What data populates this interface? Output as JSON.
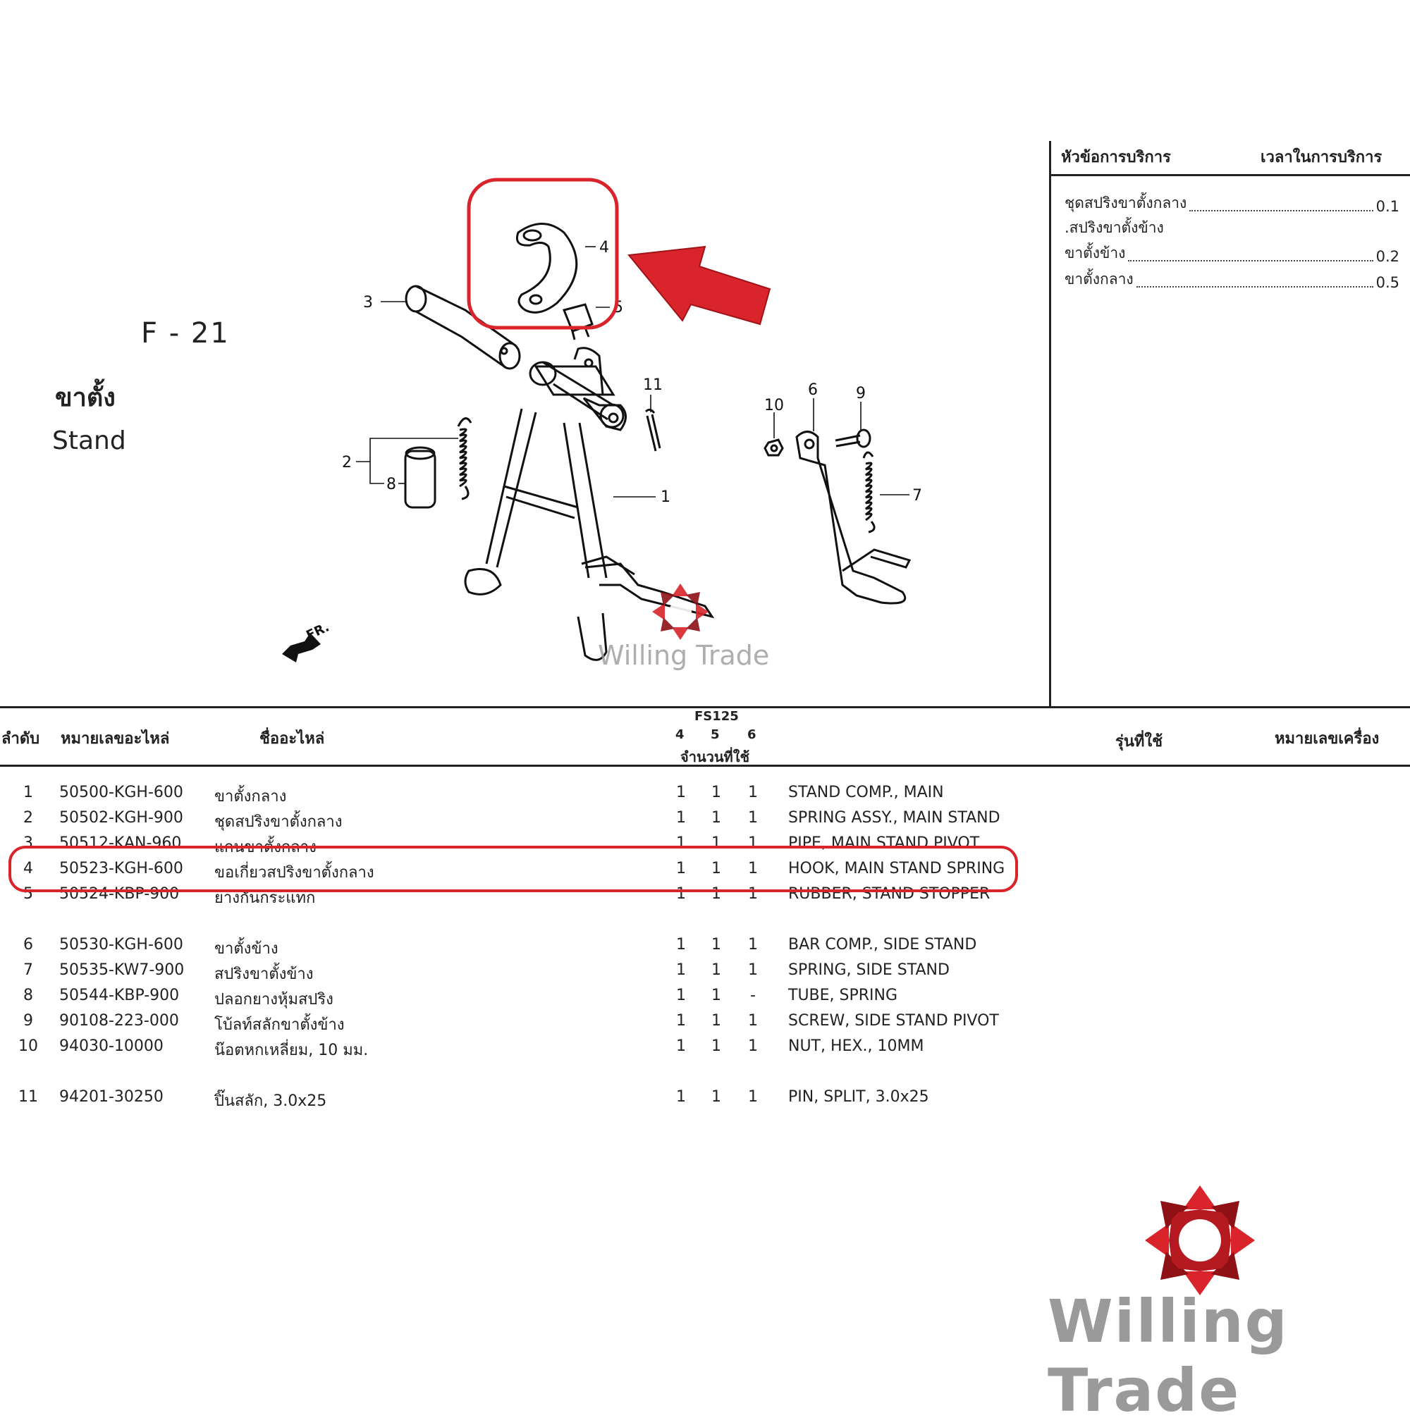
{
  "figure": {
    "code": "F - 21",
    "title_th": "ขาตั้ง",
    "title_en": "Stand",
    "front_label": "FR.",
    "callouts": [
      "1",
      "2",
      "3",
      "4",
      "5",
      "6",
      "7",
      "8",
      "9",
      "10",
      "11"
    ]
  },
  "service": {
    "header_item": "หัวข้อการบริการ",
    "header_time": "เวลาในการบริการ",
    "rows": [
      {
        "label": "ชุดสปริงขาตั้งกลาง",
        "value": "0.1"
      },
      {
        "label": ".สปริงขาตั้งข้าง",
        "value": ""
      },
      {
        "label": "ขาตั้งข้าง",
        "value": "0.2"
      },
      {
        "label": "ขาตั้งกลาง",
        "value": "0.5"
      }
    ]
  },
  "table": {
    "headers": {
      "no": "ลำดับ",
      "part_no": "หมายเลขอะไหล่",
      "name": "ชื่ออะไหล่",
      "model": "FS125",
      "qty_cols": [
        "4",
        "5",
        "6"
      ],
      "qty": "จำนวนที่ใช้",
      "model_used": "รุ่นที่ใช้",
      "engine_no": "หมายเลขเครื่อง"
    },
    "rows": [
      {
        "no": "1",
        "pn": "50500-KGH-600",
        "th": "ขาตั้งกลาง",
        "q": [
          "1",
          "1",
          "1"
        ],
        "en": "STAND COMP., MAIN"
      },
      {
        "no": "2",
        "pn": "50502-KGH-900",
        "th": "ชุดสปริงขาตั้งกลาง",
        "q": [
          "1",
          "1",
          "1"
        ],
        "en": "SPRING ASSY., MAIN STAND"
      },
      {
        "no": "3",
        "pn": "50512-KAN-960",
        "th": "แกนขาตั้งกลาง",
        "q": [
          "1",
          "1",
          "1"
        ],
        "en": "PIPE, MAIN STAND PIVOT"
      },
      {
        "no": "4",
        "pn": "50523-KGH-600",
        "th": "ขอเกี่ยวสปริงขาตั้งกลาง",
        "q": [
          "1",
          "1",
          "1"
        ],
        "en": "HOOK, MAIN STAND SPRING"
      },
      {
        "no": "5",
        "pn": "50524-KBP-900",
        "th": "ยางกันกระแทก",
        "q": [
          "1",
          "1",
          "1"
        ],
        "en": "RUBBER, STAND STOPPER"
      },
      {
        "no": "6",
        "pn": "50530-KGH-600",
        "th": "ขาตั้งข้าง",
        "q": [
          "1",
          "1",
          "1"
        ],
        "en": "BAR COMP., SIDE STAND"
      },
      {
        "no": "7",
        "pn": "50535-KW7-900",
        "th": "สปริงขาตั้งข้าง",
        "q": [
          "1",
          "1",
          "1"
        ],
        "en": "SPRING, SIDE STAND"
      },
      {
        "no": "8",
        "pn": "50544-KBP-900",
        "th": "ปลอกยางหุ้มสปริง",
        "q": [
          "1",
          "1",
          "-"
        ],
        "en": "TUBE, SPRING"
      },
      {
        "no": "9",
        "pn": "90108-223-000",
        "th": "โบ้ลท์สลักขาตั้งข้าง",
        "q": [
          "1",
          "1",
          "1"
        ],
        "en": "SCREW, SIDE STAND PIVOT"
      },
      {
        "no": "10",
        "pn": "94030-10000",
        "th": "น๊อตหกเหลี่ยม, 10 มม.",
        "q": [
          "1",
          "1",
          "1"
        ],
        "en": "NUT, HEX., 10MM"
      },
      {
        "no": "11",
        "pn": "94201-30250",
        "th": "ปิ๊นสลัก, 3.0x25",
        "q": [
          "1",
          "1",
          "1"
        ],
        "en": "PIN, SPLIT, 3.0x25"
      }
    ]
  },
  "brand": {
    "name": "Willing Trade",
    "accent": "#d9242b",
    "accent_dark": "#8e1116",
    "gray": "#9a9a9a"
  }
}
